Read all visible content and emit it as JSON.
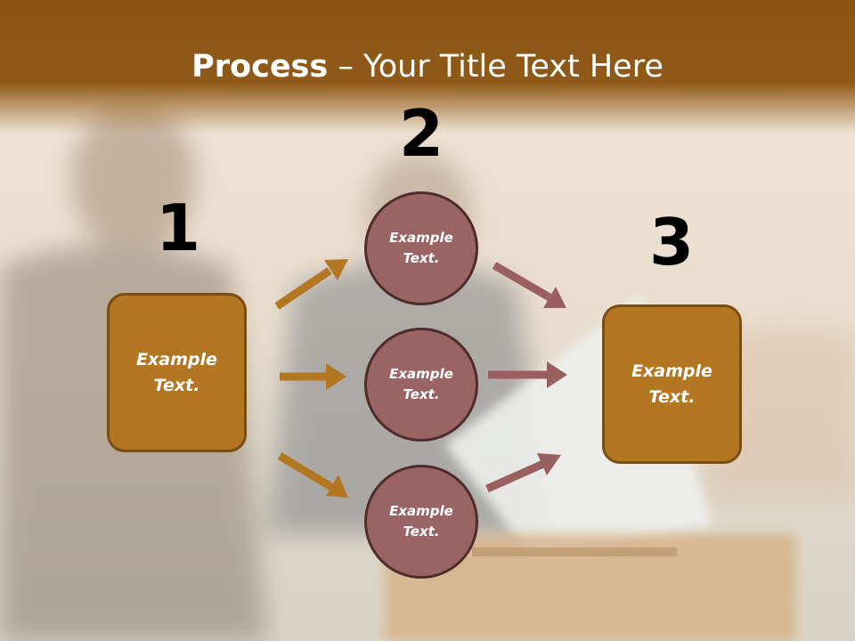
{
  "slide": {
    "title_bold": "Process",
    "title_rest": " – Your Title Text Here"
  },
  "steps": [
    {
      "number": "1"
    },
    {
      "number": "2"
    },
    {
      "number": "3"
    }
  ],
  "left_box": {
    "label": "Example Text."
  },
  "circles": [
    {
      "label": "Example Text."
    },
    {
      "label": "Example Text."
    },
    {
      "label": "Example Text."
    }
  ],
  "right_box": {
    "label": "Example Text."
  },
  "colors": {
    "title_bar": "#8f5a18",
    "box_fill": "#b37621",
    "box_border": "#7a4d12",
    "circle_fill": "#9a6464",
    "circle_border": "#4e2c2c",
    "arrow_orange": "#b37621",
    "arrow_rose": "#9a5f5f"
  }
}
